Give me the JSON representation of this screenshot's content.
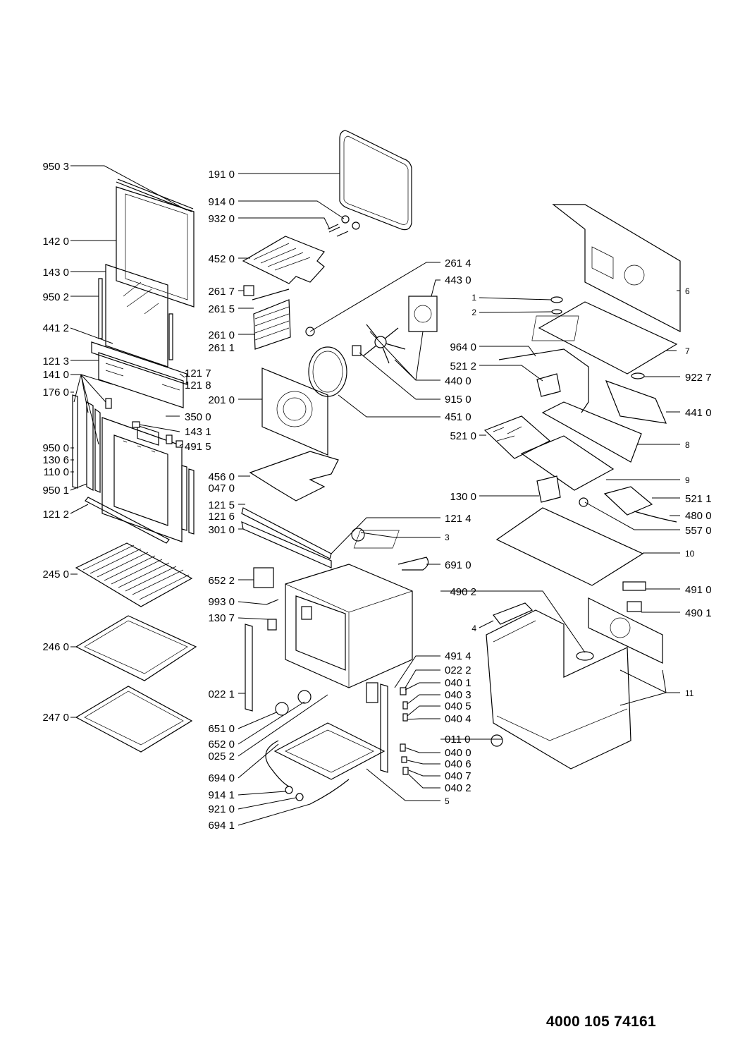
{
  "document": {
    "number": "4000 105 74161"
  },
  "labels": {
    "l_9503": "950 3",
    "l_1420": "142 0",
    "l_1430": "143 0",
    "l_9502": "950 2",
    "l_4412": "441 2",
    "l_1213": "121 3",
    "l_1410": "141 0",
    "l_1760": "176 0",
    "l_9500": "950 0",
    "l_1306": "130 6",
    "l_1100": "110 0",
    "l_9501": "950 1",
    "l_1212": "121 2",
    "l_2450": "245 0",
    "l_2460": "246 0",
    "l_2470": "247 0",
    "l_1910": "191 0",
    "l_9140": "914 0",
    "l_9320": "932 0",
    "l_4520": "452 0",
    "l_2617": "261 7",
    "l_2615": "261 5",
    "l_2610": "261 0",
    "l_2611": "261 1",
    "l_1217": "121 7",
    "l_1218": "121 8",
    "l_2010": "201 0",
    "l_3500": "350 0",
    "l_1431": "143 1",
    "l_4915": "491 5",
    "l_4560": "456 0",
    "l_0470": "047 0",
    "l_1215": "121 5",
    "l_1216": "121 6",
    "l_3010": "301 0",
    "l_6522": "652 2",
    "l_9930": "993 0",
    "l_1307": "130 7",
    "l_0221": "022 1",
    "l_6510": "651 0",
    "l_6520": "652 0",
    "l_0252": "025 2",
    "l_6940": "694 0",
    "l_9141": "914 1",
    "l_9210": "921 0",
    "l_6941": "694 1",
    "l_2614": "261 4",
    "l_4430": "443 0",
    "l_4400": "440 0",
    "l_9150": "915 0",
    "l_4510": "451 0",
    "l_1214": "121 4",
    "l_3": "3",
    "l_6910": "691 0",
    "l_4914": "491 4",
    "l_0222": "022 2",
    "l_0401": "040 1",
    "l_0403": "040 3",
    "l_0405": "040 5",
    "l_0404": "040 4",
    "l_0110": "011 0",
    "l_0400": "040 0",
    "l_0406": "040 6",
    "l_0407": "040 7",
    "l_0402": "040 2",
    "l_5": "5",
    "l_6": "6",
    "l_1": "1",
    "l_2": "2",
    "l_7": "7",
    "l_9640": "964 0",
    "l_5212": "521 2",
    "l_9227": "922 7",
    "l_4410": "441 0",
    "l_5210": "521 0",
    "l_8": "8",
    "l_9": "9",
    "l_1300": "130 0",
    "l_5211": "521 1",
    "l_4800": "480 0",
    "l_5570": "557 0",
    "l_10": "10",
    "l_4910": "491 0",
    "l_4902": "490 2",
    "l_4901": "490 1",
    "l_4": "4",
    "l_11": "11"
  }
}
